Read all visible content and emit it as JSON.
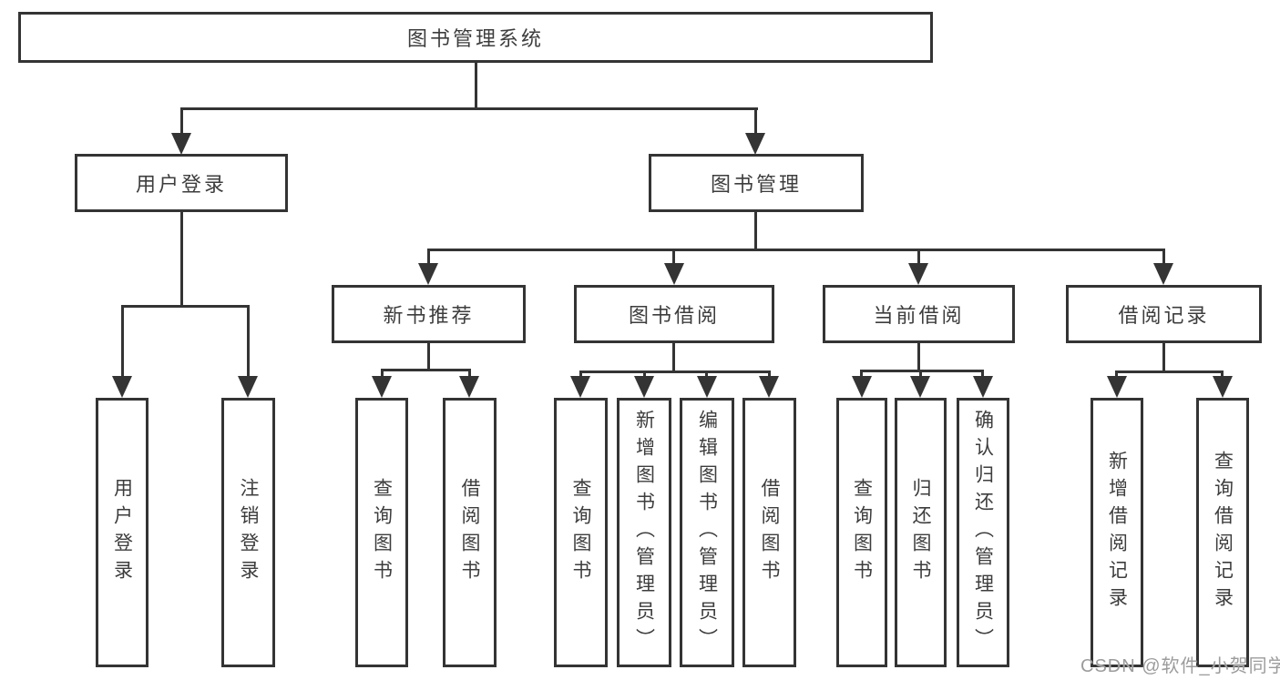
{
  "nodes": {
    "root": {
      "label": "图书管理系统"
    },
    "user_login": {
      "label": "用户登录"
    },
    "book_mgmt": {
      "label": "图书管理"
    },
    "new_book_rec": {
      "label": "新书推荐"
    },
    "book_borrow": {
      "label": "图书借阅"
    },
    "current_borrow": {
      "label": "当前借阅"
    },
    "borrow_record": {
      "label": "借阅记录"
    },
    "leaf_login": {
      "label": "用户登录"
    },
    "leaf_logout": {
      "label": "注销登录"
    },
    "leaf_rec_query": {
      "label": "查询图书"
    },
    "leaf_rec_borrow": {
      "label": "借阅图书"
    },
    "leaf_bor_query": {
      "label": "查询图书"
    },
    "leaf_bor_add": {
      "label": "新增图书（管理员）"
    },
    "leaf_bor_edit": {
      "label": "编辑图书（管理员）"
    },
    "leaf_bor_borrow": {
      "label": "借阅图书"
    },
    "leaf_cur_query": {
      "label": "查询图书"
    },
    "leaf_cur_return": {
      "label": "归还图书"
    },
    "leaf_cur_confirm": {
      "label": "确认归还（管理员）"
    },
    "leaf_hist_add": {
      "label": "新增借阅记录"
    },
    "leaf_hist_query": {
      "label": "查询借阅记录"
    }
  },
  "watermark": {
    "text": "CSDN @软件_小贺同学"
  },
  "colors": {
    "line": "#343434",
    "text": "#3d3d3d",
    "watermark": "#9c9c9c",
    "background": "#ffffff"
  }
}
